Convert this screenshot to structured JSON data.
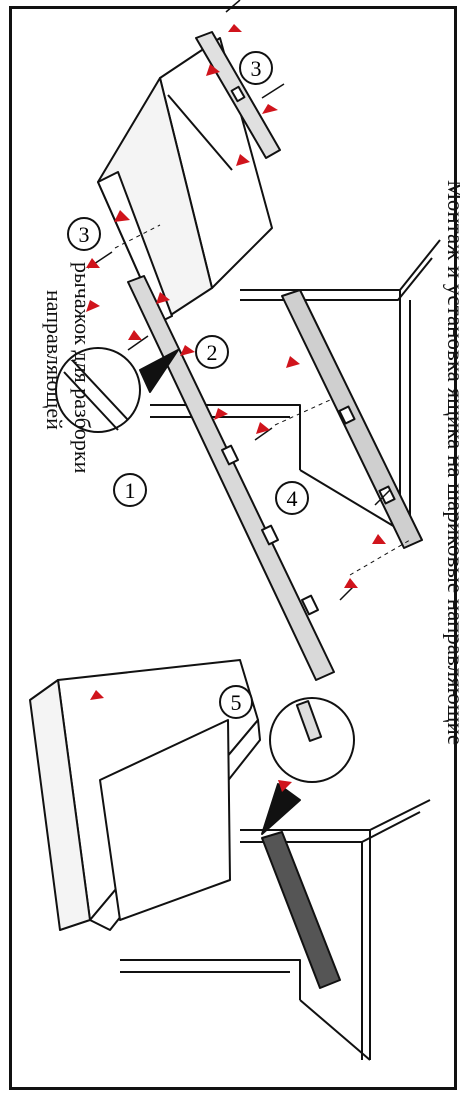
{
  "title": "Монтаж и установка ящика на шариковые направляющие",
  "lever_label": {
    "line1": "рычажок для разборки",
    "line2": "направляющей"
  },
  "step_numbers": [
    "1",
    "2",
    "3",
    "3",
    "4",
    "5"
  ],
  "colors": {
    "arrow": "#d0141c",
    "line": "#111111",
    "rail_fill": "#d9d9d9",
    "background": "#ffffff"
  }
}
